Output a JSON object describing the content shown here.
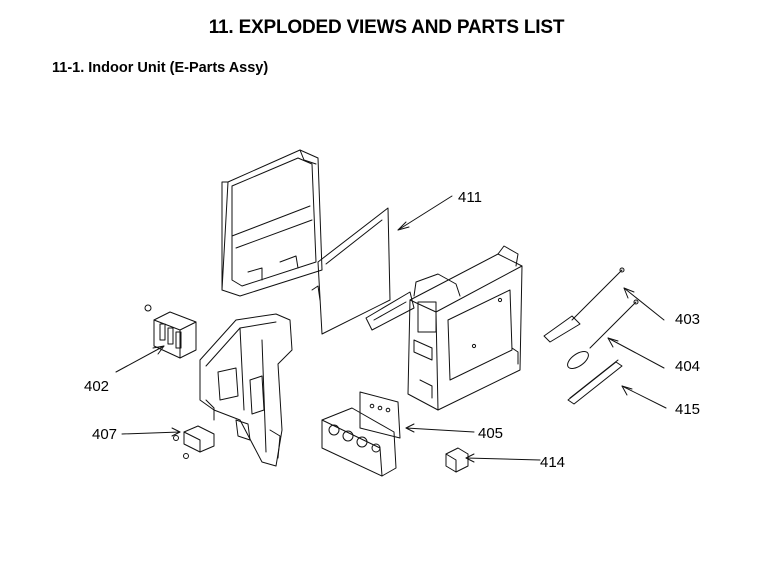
{
  "header": {
    "title": "11. EXPLODED VIEWS AND PARTS LIST",
    "subtitle": "11-1. Indoor Unit (E-Parts Assy)"
  },
  "diagram": {
    "callouts": [
      {
        "id": "c411",
        "label": "411"
      },
      {
        "id": "c402",
        "label": "402"
      },
      {
        "id": "c403",
        "label": "403"
      },
      {
        "id": "c404",
        "label": "404"
      },
      {
        "id": "c415",
        "label": "415"
      },
      {
        "id": "c407",
        "label": "407"
      },
      {
        "id": "c405",
        "label": "405"
      },
      {
        "id": "c414",
        "label": "414"
      }
    ]
  }
}
